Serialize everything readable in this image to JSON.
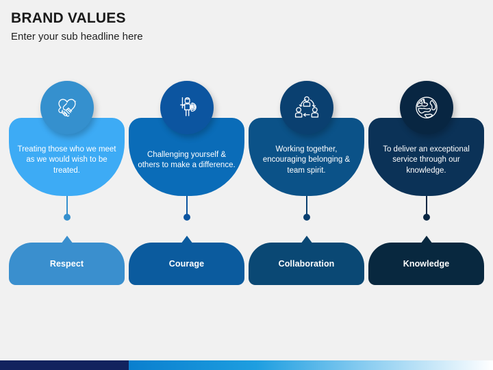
{
  "header": {
    "title": "BRAND VALUES",
    "subtitle": "Enter your sub headline here"
  },
  "theme": {
    "background": "#f1f1f1",
    "title_color": "#1a1a1a",
    "bottom_bar_navy": "#12235e",
    "bottom_bar_gradient_start": "#0a7fce",
    "bottom_bar_gradient_end": "#ffffff"
  },
  "values": [
    {
      "label": "Respect",
      "description": "Treating those who we meet as we would wish to be treated.",
      "icon": "handshake-heart-icon",
      "card_color": "#3dabf5",
      "bubble_color": "#3590ce",
      "label_color": "#3a8fce",
      "connector_color": "#3590ce"
    },
    {
      "label": "Courage",
      "description": "Challenging yourself & others to make a difference.",
      "icon": "knight-sword-shield-icon",
      "card_color": "#0a6cb8",
      "bubble_color": "#0c55a0",
      "label_color": "#0b5b9e",
      "connector_color": "#0c55a0"
    },
    {
      "label": "Collaboration",
      "description": "Working together, encouraging belonging & team spirit.",
      "icon": "team-collaboration-icon",
      "card_color": "#0b5288",
      "bubble_color": "#0a4070",
      "label_color": "#0a4874",
      "connector_color": "#0a4070"
    },
    {
      "label": "Knowledge",
      "description": "To deliver an exceptional service through our knowledge.",
      "icon": "globe-brain-icon",
      "card_color": "#0b3257",
      "bubble_color": "#082642",
      "label_color": "#08283f",
      "connector_color": "#082642"
    }
  ]
}
